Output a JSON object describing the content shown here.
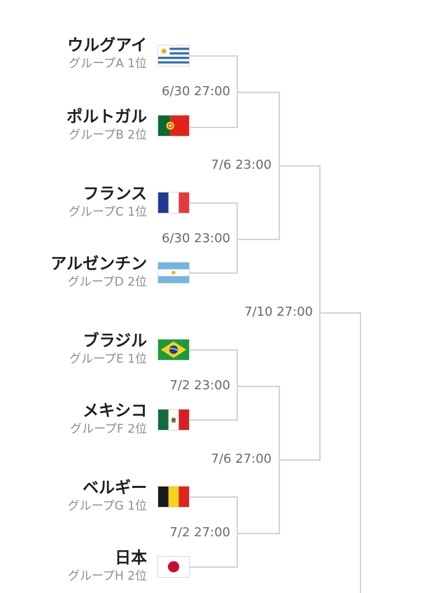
{
  "teams": [
    {
      "name": "ウルグアイ",
      "group": "グループA 1位",
      "flag": "uruguay-flag"
    },
    {
      "name": "ポルトガル",
      "group": "グループB 2位",
      "flag": "portugal-flag"
    },
    {
      "name": "フランス",
      "group": "グループC 1位",
      "flag": "france-flag"
    },
    {
      "name": "アルゼンチン",
      "group": "グループD 2位",
      "flag": "argentina-flag"
    },
    {
      "name": "ブラジル",
      "group": "グループE 1位",
      "flag": "brazil-flag"
    },
    {
      "name": "メキシコ",
      "group": "グループF 2位",
      "flag": "mexico-flag"
    },
    {
      "name": "ベルギー",
      "group": "グループG 1位",
      "flag": "belgium-flag"
    },
    {
      "name": "日本",
      "group": "グループH 2位",
      "flag": "japan-flag"
    }
  ],
  "round_of_16": [
    {
      "time": "6/30 27:00"
    },
    {
      "time": "6/30 23:00"
    },
    {
      "time": "7/2 23:00"
    },
    {
      "time": "7/2 27:00"
    }
  ],
  "quarter_finals": [
    {
      "time": "7/6 23:00"
    },
    {
      "time": "7/6 27:00"
    }
  ],
  "semi_finals": [
    {
      "time": "7/10 27:00"
    }
  ]
}
